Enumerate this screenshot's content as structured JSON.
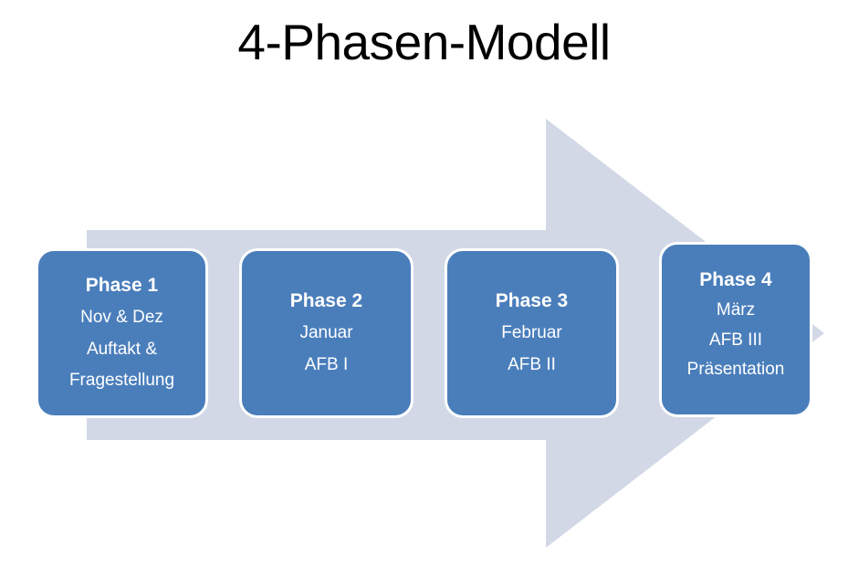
{
  "title": "4-Phasen-Modell",
  "colors": {
    "box_fill": "#4A7EBB",
    "box_border": "#FFFFFF",
    "arrow_fill": "#D2D8E6",
    "title_text": "#000000",
    "box_text": "#FFFFFF",
    "background": "#FFFFFF"
  },
  "arrow": {
    "name": "right-arrow-shape",
    "direction": "right"
  },
  "phases": [
    {
      "title": "Phase 1",
      "lines": [
        "Nov & Dez",
        "Auftakt &",
        "Fragestellung"
      ]
    },
    {
      "title": "Phase 2",
      "lines": [
        "Januar",
        "AFB I"
      ]
    },
    {
      "title": "Phase 3",
      "lines": [
        "Februar",
        "AFB II"
      ]
    },
    {
      "title": "Phase 4",
      "lines": [
        "März",
        "AFB III",
        "Präsentation"
      ]
    }
  ]
}
